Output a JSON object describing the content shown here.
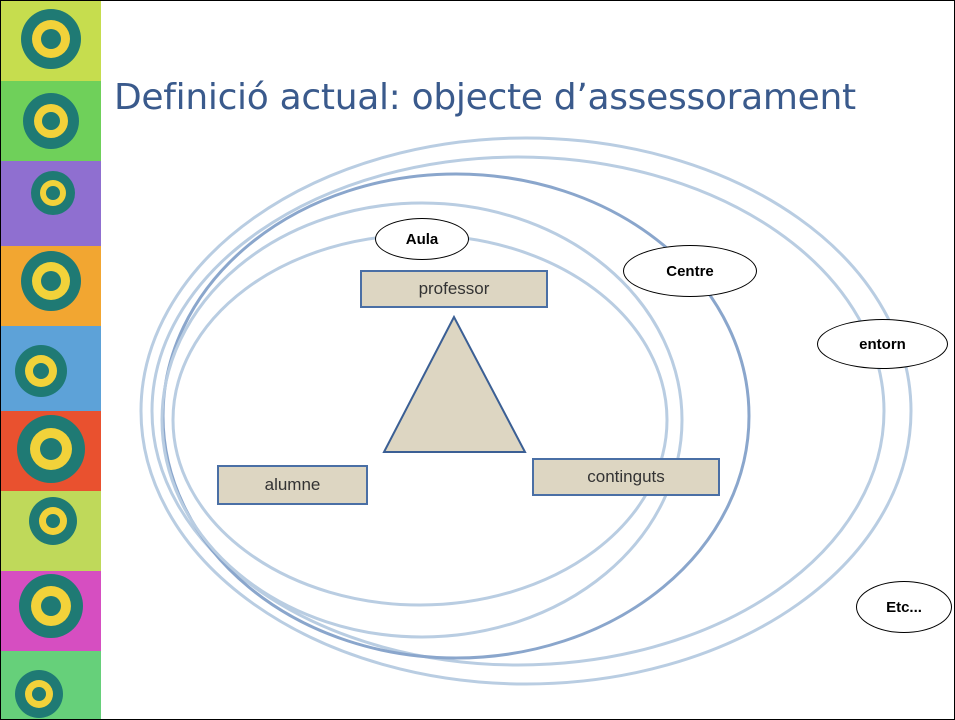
{
  "slide": {
    "title": "Definició actual: objecte d’assessorament"
  },
  "diagram": {
    "boxes": {
      "professor": "professor",
      "alumne": "alumne",
      "continguts": "continguts"
    },
    "scope_labels": {
      "aula": "Aula",
      "centre": "Centre",
      "entorn": "entorn",
      "etc": "Etc..."
    }
  },
  "colors": {
    "title": "#3a5a8c",
    "ellipse_stroke": "#b9cde2",
    "ellipse_stroke_dark": "#8aa6cc",
    "box_fill": "#ddd6c2",
    "box_border": "#4a6fa5",
    "triangle_fill": "#ddd6c2",
    "triangle_stroke": "#3b5f94"
  },
  "decoration": {
    "strip_icon": "concentric-circle-icon"
  }
}
